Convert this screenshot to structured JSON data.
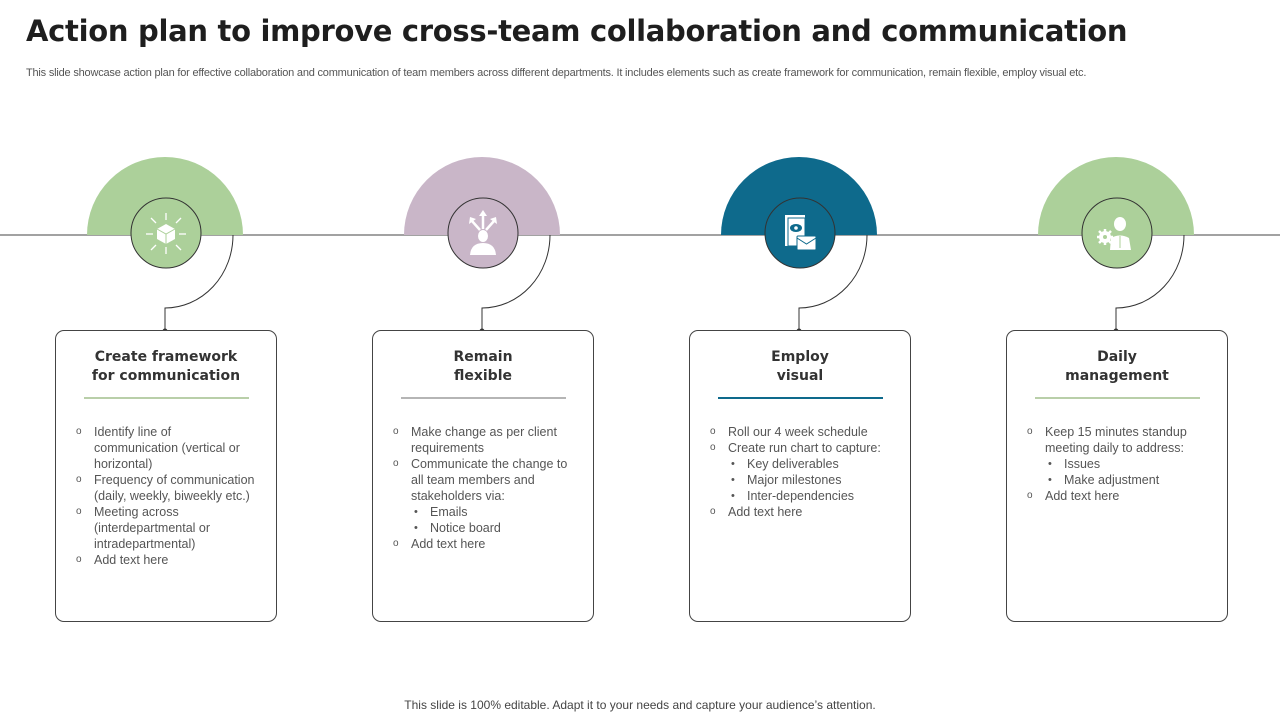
{
  "header": {
    "title": "Action plan to improve cross-team collaboration and communication",
    "subtitle": "This slide showcase action plan for effective collaboration and communication of team members across different departments. It includes elements such as create framework for communication, remain flexible, employ visual etc."
  },
  "colors": {
    "green": "#acd09a",
    "purple": "#c9b6c8",
    "teal": "#0e6a8c",
    "gray_divider": "#b5b5b5",
    "green_divider": "#b9cfa9"
  },
  "steps": [
    {
      "icon": "cube-network-icon",
      "title": [
        "Create framework",
        "for communication"
      ],
      "items": [
        {
          "text": "Identify line of communication (vertical or horizontal)"
        },
        {
          "text": "Frequency of communication (daily, weekly, biweekly etc.)"
        },
        {
          "text": "Meeting across (interdepartmental or intradepartmental)"
        },
        {
          "text": "Add text here"
        }
      ]
    },
    {
      "icon": "person-arrows-icon",
      "title": [
        "Remain",
        "flexible"
      ],
      "items": [
        {
          "text": "Make change as per client requirements"
        },
        {
          "text": "Communicate the change to all team members and stakeholders via:"
        },
        {
          "text": "Emails",
          "sub": true
        },
        {
          "text": "Notice board",
          "sub": true
        },
        {
          "text": "Add text here"
        }
      ]
    },
    {
      "icon": "document-eye-briefcase-icon",
      "title": [
        "Employ",
        "visual"
      ],
      "items": [
        {
          "text": "Roll our 4 week schedule"
        },
        {
          "text": "Create run chart to capture:"
        },
        {
          "text": "Key deliverables",
          "sub": true
        },
        {
          "text": "Major milestones",
          "sub": true
        },
        {
          "text": "Inter-dependencies",
          "sub": true
        },
        {
          "text": "Add text here"
        }
      ]
    },
    {
      "icon": "businessman-gear-icon",
      "title": [
        "Daily",
        "management"
      ],
      "items": [
        {
          "text": "Keep 15 minutes standup meeting daily to address:"
        },
        {
          "text": "Issues",
          "sub": true
        },
        {
          "text": "Make adjustment",
          "sub": true
        },
        {
          "text": "Add text here"
        }
      ]
    }
  ],
  "footer": "This slide is 100% editable. Adapt it to your needs and capture your audience’s attention."
}
